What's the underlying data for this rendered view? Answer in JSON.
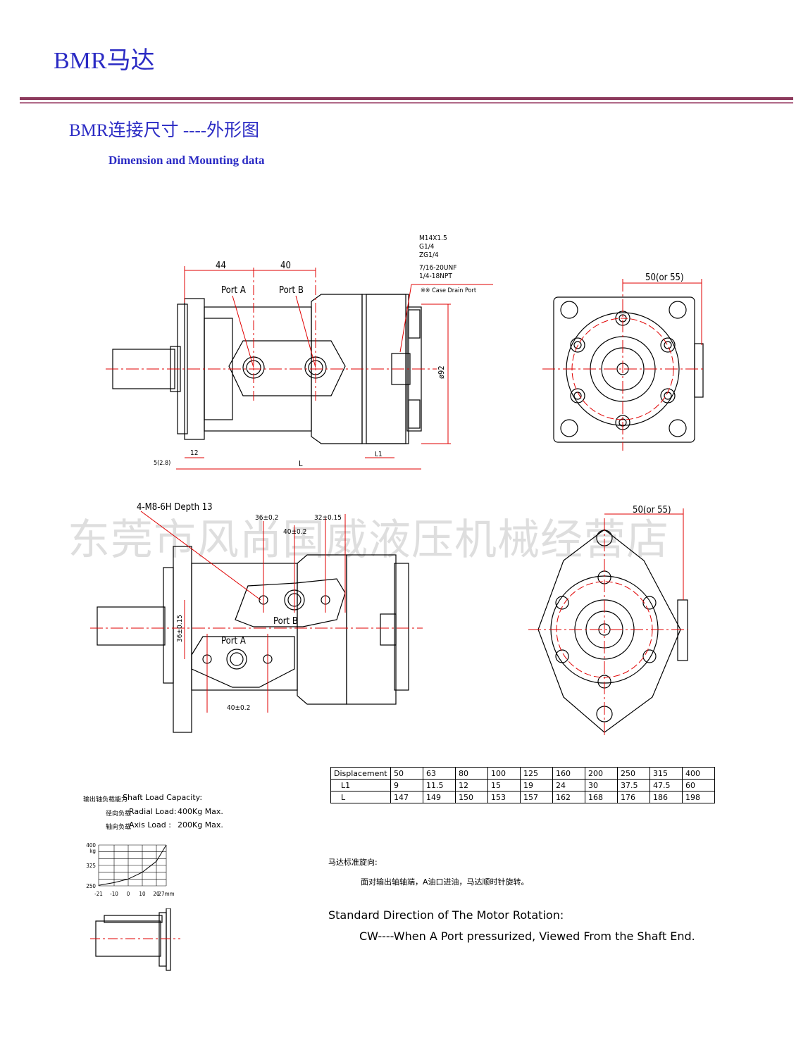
{
  "header": {
    "title": "BMR马达"
  },
  "section": {
    "title": "BMR连接尺寸 ----外形图",
    "subtitle": "Dimension and Mounting data"
  },
  "watermark": "东莞市风尚国威液压机械经营店",
  "drawing_top": {
    "dim_44": "44",
    "dim_40": "40",
    "port_a": "Port A",
    "port_b": "Port B",
    "ports_spec": [
      "M14X1.5",
      "G1/4",
      "ZG1/4",
      "7/16-20UNF",
      "1/4-18NPT"
    ],
    "case_drain": "※※ Case Drain Port",
    "dia_92": "ø92",
    "dim_12": "12",
    "dim_5": "5(2.8)",
    "dim_L": "L",
    "dim_L1": "L1",
    "dim_50_55": "50(or 55)"
  },
  "drawing_bottom": {
    "thread": "4-M8-6H Depth 13",
    "dim_36": "36±0.2",
    "dim_32": "32±0.15",
    "dim_40a": "40±0.2",
    "dim_36v": "36±0.15",
    "dim_40b": "40±0.2",
    "port_a": "Port A",
    "port_b": "Port B",
    "dim_50_55": "50(or 55)"
  },
  "displacement_table": {
    "rows": [
      [
        "Displacement",
        "50",
        "63",
        "80",
        "100",
        "125",
        "160",
        "200",
        "250",
        "315",
        "400"
      ],
      [
        "L1",
        "9",
        "11.5",
        "12",
        "15",
        "19",
        "24",
        "30",
        "37.5",
        "47.5",
        "60"
      ],
      [
        "L",
        "147",
        "149",
        "150",
        "153",
        "157",
        "162",
        "168",
        "176",
        "186",
        "198"
      ]
    ]
  },
  "shaft_load": {
    "title_cn": "输出轴负载能力",
    "title_en": "Shaft Load Capacity:",
    "radial_cn": "径向负载",
    "radial_en": "Radial Load:",
    "radial_val": "400Kg Max.",
    "axis_cn": "轴向负载",
    "axis_en": "Axis Load :",
    "axis_val": "200Kg Max."
  },
  "chart_data": {
    "type": "line",
    "x": [
      -21,
      -10,
      0,
      10,
      20,
      27
    ],
    "series": [
      {
        "values": [
          252,
          262,
          275,
          300,
          340,
          400
        ]
      }
    ],
    "x_ticks": [
      "-21",
      "-10",
      "0",
      "10",
      "20",
      "27mm"
    ],
    "y_ticks": [
      "400",
      "325",
      "250"
    ],
    "y_unit": "kg",
    "xlim": [
      -21,
      27
    ],
    "ylim": [
      250,
      400
    ],
    "grid": true
  },
  "rotation": {
    "cn_title": "马达标准旋向:",
    "cn_text": "面对输出轴轴端，A油口进油，马达顺时针旋转。",
    "en_title": "Standard Direction of The Motor Rotation:",
    "en_text": "CW----When A Port pressurized, Viewed From the Shaft End."
  },
  "colors": {
    "title": "#2b2bc4",
    "rule": "#8c3a5c",
    "dim": "#e00000"
  }
}
